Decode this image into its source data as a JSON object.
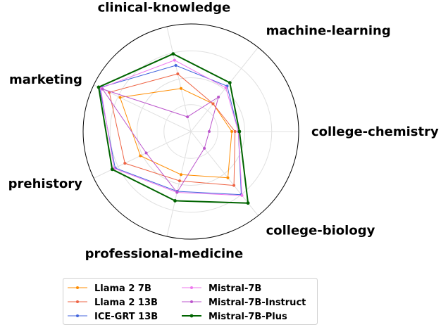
{
  "chart_data": {
    "type": "radar",
    "axes": [
      "college-chemistry",
      "machine-learning",
      "clinical-knowledge",
      "marketing",
      "prehistory",
      "professional-medicine",
      "college-biology"
    ],
    "rmax": 1.0,
    "rings": [
      0.25,
      0.5,
      0.75
    ],
    "grid": true,
    "legend_position": "bottom",
    "series": [
      {
        "name": "Llama 2 7B",
        "color": "#ff8c00",
        "values": [
          0.38,
          0.33,
          0.41,
          0.73,
          0.52,
          0.41,
          0.55
        ],
        "line_width": 1
      },
      {
        "name": "Llama 2 13B",
        "color": "#ee6445",
        "values": [
          0.41,
          0.33,
          0.55,
          0.84,
          0.68,
          0.47,
          0.64
        ],
        "line_width": 1
      },
      {
        "name": "ICE-GRT 13B",
        "color": "#4466dd",
        "values": [
          0.44,
          0.54,
          0.63,
          0.94,
          0.78,
          0.57,
          0.75
        ],
        "line_width": 1
      },
      {
        "name": "Mistral-7B",
        "color": "#ee77ee",
        "values": [
          0.44,
          0.52,
          0.68,
          0.93,
          0.79,
          0.58,
          0.76
        ],
        "line_width": 1
      },
      {
        "name": "Mistral-7B-Instruct",
        "color": "#bb55cc",
        "values": [
          0.17,
          0.41,
          0.14,
          0.91,
          0.46,
          0.58,
          0.2
        ],
        "line_width": 1
      },
      {
        "name": "Mistral-7B-Plus",
        "color": "#006400",
        "values": [
          0.45,
          0.58,
          0.74,
          0.95,
          0.81,
          0.66,
          0.85
        ],
        "line_width": 2
      }
    ]
  }
}
